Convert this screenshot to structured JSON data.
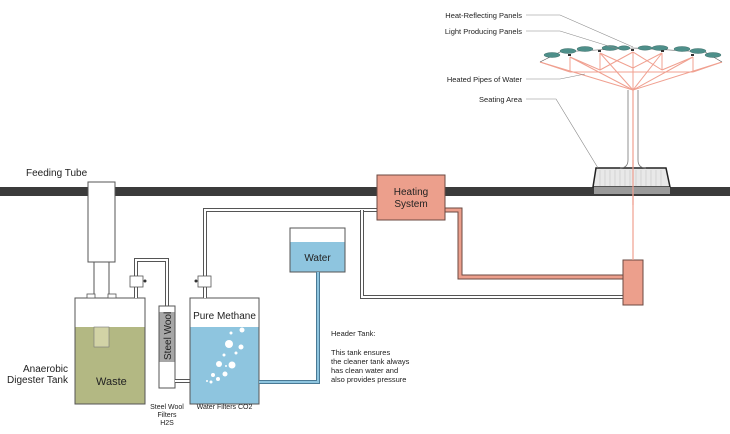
{
  "colors": {
    "ground": "#3b3b3b",
    "waste": "#b3b883",
    "waste_tube": "#d2d3a6",
    "water": "#8ec5df",
    "heating": "#ec9f8c",
    "heating_stroke": "#6b4a42",
    "pipe_red": "#f0a090",
    "panel": "#4e8f8a",
    "steel_wool": "#a6a6a6",
    "leader": "#888888"
  },
  "labels": {
    "feeding_tube": "Feeding Tube",
    "anaerobic_line1": "Anaerobic",
    "anaerobic_line2": "Digester Tank",
    "waste": "Waste",
    "steel_wool": "Steel Wool",
    "steel_wool_caption_1": "Steel Wool",
    "steel_wool_caption_2": "Filters",
    "steel_wool_caption_3": "H2S",
    "pure_methane": "Pure Methane",
    "water_filters": "Water Filters CO2",
    "water": "Water",
    "heating_1": "Heating",
    "heating_2": "System",
    "header_tank_title": "Header Tank:",
    "header_tank_desc": [
      "This tank ensures",
      "the cleaner tank always",
      "has clean water and",
      "also provides pressure"
    ],
    "heat_reflecting_panels": "Heat-Reflecting Panels",
    "light_producing_panels": "Light Producing Panels",
    "heated_pipes": "Heated Pipes of Water",
    "seating_area": "Seating Area"
  }
}
